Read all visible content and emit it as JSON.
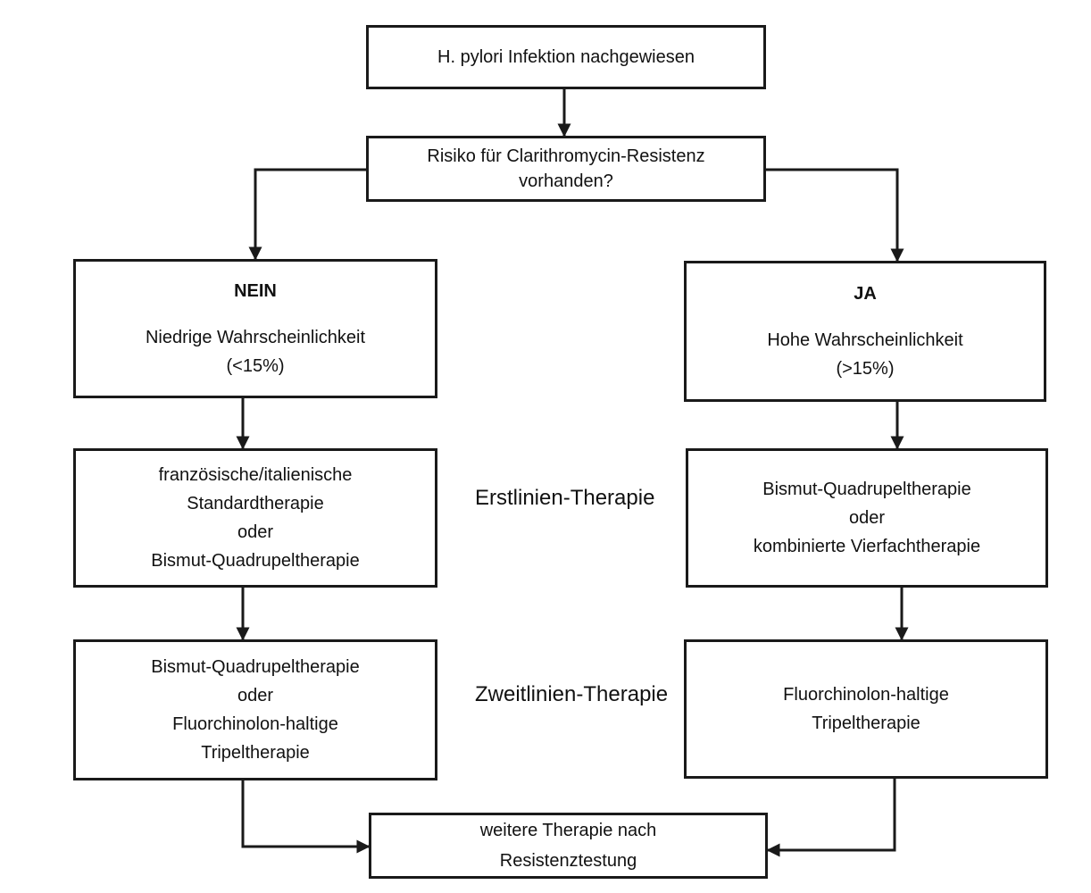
{
  "colors": {
    "stroke": "#1a1a1a",
    "background": "#ffffff",
    "text": "#111111"
  },
  "nodes": {
    "start": {
      "lines": [
        "H. pylori Infektion nachgewiesen"
      ]
    },
    "question": {
      "lines": [
        "Risiko für Clarithromycin-Resistenz",
        "vorhanden?"
      ]
    },
    "nein": {
      "head": "NEIN",
      "lines": [
        "Niedrige Wahrscheinlichkeit",
        "(<15%)"
      ]
    },
    "ja": {
      "head": "JA",
      "lines": [
        "Hohe Wahrscheinlichkeit",
        "(>15%)"
      ]
    },
    "first_left": {
      "lines": [
        "französische/italienische",
        "Standardtherapie",
        "oder",
        "Bismut-Quadrupeltherapie"
      ]
    },
    "first_right": {
      "lines": [
        "Bismut-Quadrupeltherapie",
        "oder",
        "kombinierte Vierfachtherapie"
      ]
    },
    "second_left": {
      "lines": [
        "Bismut-Quadrupeltherapie",
        "oder",
        "Fluorchinolon-haltige",
        "Tripeltherapie"
      ]
    },
    "second_right": {
      "lines": [
        "Fluorchinolon-haltige",
        "Tripeltherapie"
      ]
    },
    "final": {
      "lines": [
        "weitere Therapie nach",
        "Resistenztestung"
      ]
    }
  },
  "phases": {
    "first": [
      "Erstlinien-",
      "Therapie"
    ],
    "second": [
      "Zweitlinien-",
      "Therapie"
    ]
  }
}
